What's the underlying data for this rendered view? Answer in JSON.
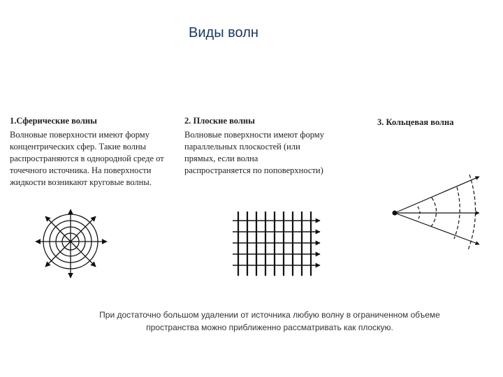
{
  "title": "Виды волн",
  "sections": [
    {
      "heading": "1.Сферические волны",
      "body": "Волновые поверхности имеют форму концентрических сфер. Такие волны распространяются в однородной среде от точечного источника. На поверхности жидкости возникают круговые волны."
    },
    {
      "heading": "2. Плоские волны",
      "body": "Волновые поверхности имеют форму параллельных плоскостей (или прямых, если волна распространяется по поповерхности)"
    },
    {
      "heading": "3. Кольцевая волна",
      "body": ""
    }
  ],
  "footer": {
    "line1": "При достаточно большом удалении от источника любую волну в ограниченном объеме",
    "line2": "пространства можно приближенно рассматривать как плоскую."
  }
}
